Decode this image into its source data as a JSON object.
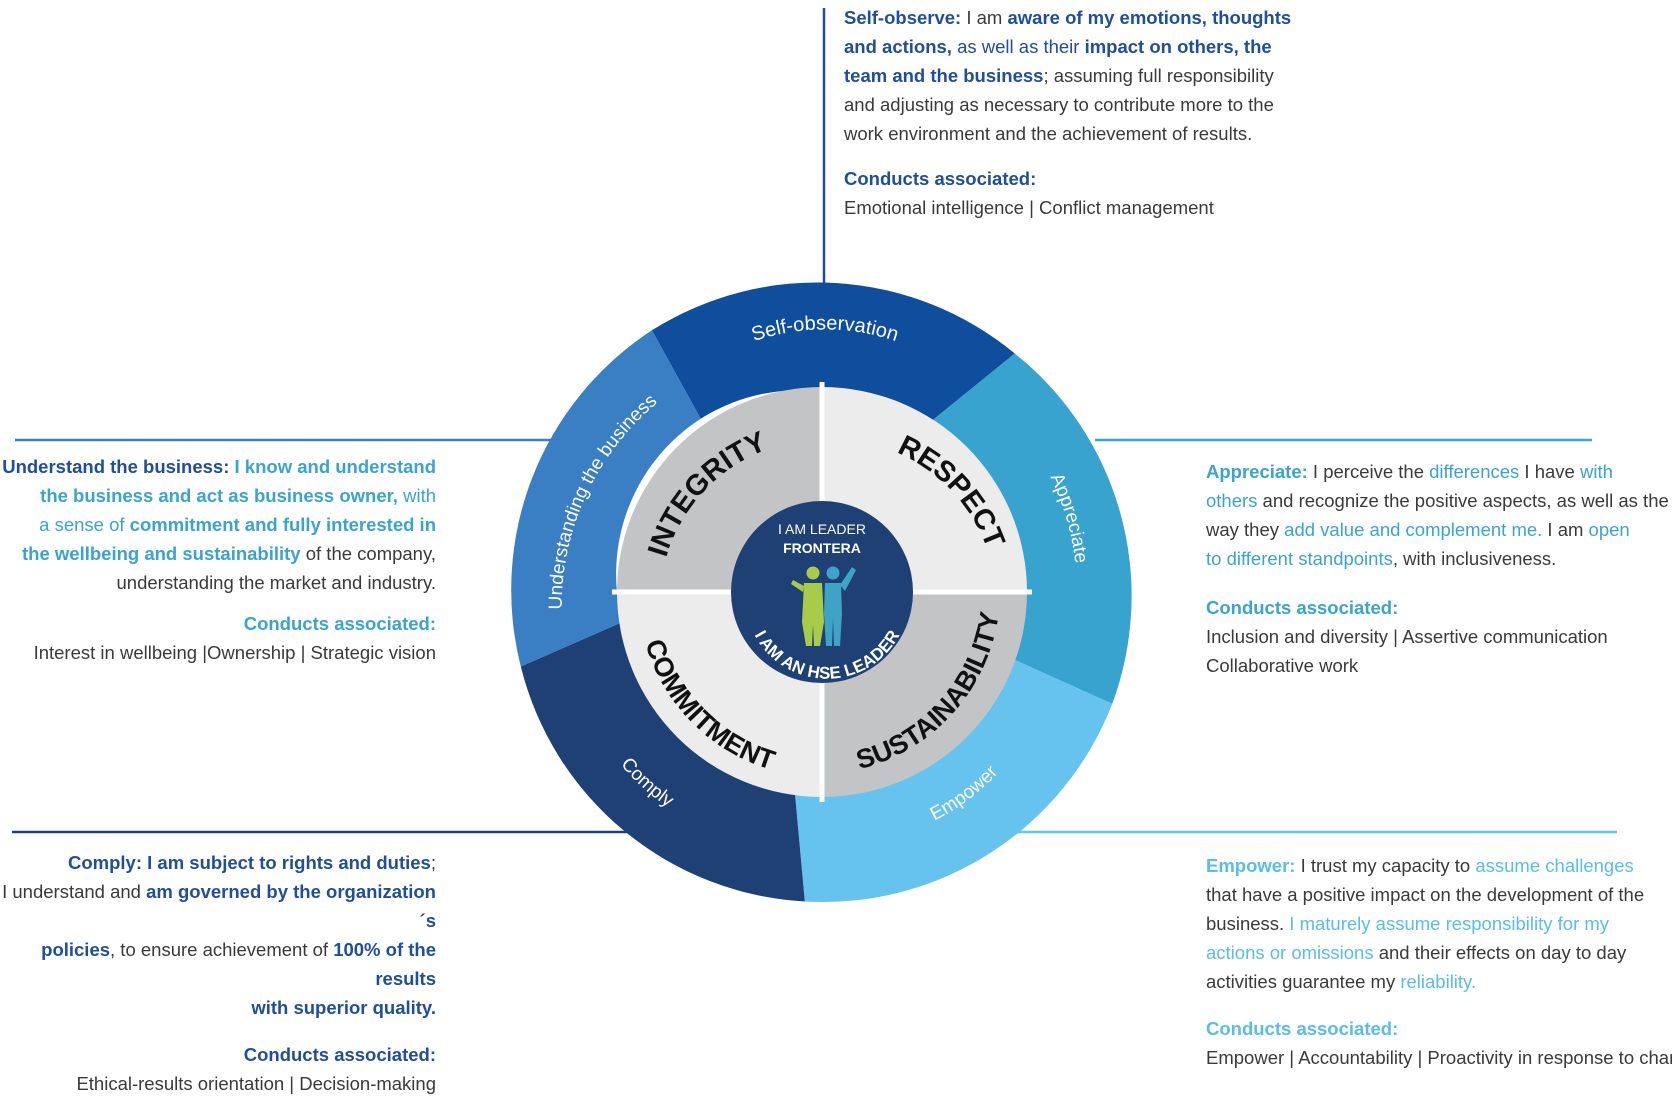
{
  "colors": {
    "self_observation": "#0f4d9d",
    "appreciate": "#39a3cf",
    "empower": "#66c3ee",
    "comply": "#1e4074",
    "understanding": "#3a7ec3",
    "quad_dark": "#c3c4c6",
    "quad_light": "#ececec",
    "center": "#1e4074",
    "text": "#3a3a3a"
  },
  "wheel": {
    "outer_segments": [
      "Self-observation",
      "Appreciate",
      "Empower",
      "Comply",
      "Understanding the business"
    ],
    "values": [
      "INTEGRITY",
      "RESPECT",
      "SUSTAINABILITY",
      "COMMITMENT"
    ],
    "center": {
      "line1": "I AM LEADER",
      "line2": "FRONTERA",
      "arc_text": "I AM AN HSE LEADER",
      "icon": "two-people-icon"
    }
  },
  "self_observe": {
    "lines": [
      [
        {
          "t": "Self-observe:",
          "s": "blue-bold"
        },
        {
          "t": " I am ",
          "s": "plain"
        },
        {
          "t": "aware of my emotions, thoughts",
          "s": "blue-bold"
        }
      ],
      [
        {
          "t": "and actions,",
          "s": "blue-bold"
        },
        {
          "t": " as well as their ",
          "s": "blue"
        },
        {
          "t": "impact on others, the",
          "s": "blue-bold"
        }
      ],
      [
        {
          "t": "team and the business",
          "s": "blue-bold"
        },
        {
          "t": "; assuming full responsibility",
          "s": "plain"
        }
      ],
      [
        {
          "t": "and adjusting as necessary to contribute more to the",
          "s": "plain"
        }
      ],
      [
        {
          "t": "work environment and the achievement of results.",
          "s": "plain"
        }
      ]
    ],
    "conducts_title": "Conducts associated:",
    "conducts": [
      "Emotional intelligence  |  Conflict management"
    ]
  },
  "understand": {
    "lines": [
      [
        {
          "t": "Understand the business:",
          "s": "blue-bold"
        },
        {
          "t": " I know and understand",
          "s": "teal-bold"
        }
      ],
      [
        {
          "t": "the business and act as business owner,",
          "s": "teal-bold"
        },
        {
          "t": " with",
          "s": "teal"
        }
      ],
      [
        {
          "t": "a sense of ",
          "s": "teal"
        },
        {
          "t": "commitment and fully interested in",
          "s": "teal-bold"
        }
      ],
      [
        {
          "t": "the wellbeing and sustainability",
          "s": "teal-bold"
        },
        {
          "t": " of the company,",
          "s": "plain"
        }
      ],
      [
        {
          "t": "understanding the market and industry.",
          "s": "plain"
        }
      ]
    ],
    "conducts_title": "Conducts associated:",
    "conducts": [
      "Interest in wellbeing  |Ownership  |  Strategic vision"
    ]
  },
  "appreciate": {
    "lines": [
      [
        {
          "t": "Appreciate:",
          "s": "teal-bold"
        },
        {
          "t": " I perceive the ",
          "s": "plain"
        },
        {
          "t": "differences",
          "s": "teal"
        },
        {
          "t": " I have ",
          "s": "plain"
        },
        {
          "t": "with",
          "s": "teal"
        }
      ],
      [
        {
          "t": "others",
          "s": "teal"
        },
        {
          "t": " and recognize the positive aspects, as well as the",
          "s": "plain"
        }
      ],
      [
        {
          "t": "way they ",
          "s": "plain"
        },
        {
          "t": "add value and complement me.",
          "s": "teal"
        },
        {
          "t": " I am ",
          "s": "plain"
        },
        {
          "t": "open",
          "s": "teal"
        }
      ],
      [
        {
          "t": "to different standpoints",
          "s": "teal"
        },
        {
          "t": ", with inclusiveness.",
          "s": "plain"
        }
      ]
    ],
    "conducts_title": "Conducts associated:",
    "conducts": [
      "Inclusion and diversity  |  Assertive communication",
      "Collaborative work"
    ]
  },
  "comply": {
    "lines": [
      [
        {
          "t": "Comply:",
          "s": "blue-bold"
        },
        {
          "t": " I am subject to rights and duties",
          "s": "blue-bold"
        },
        {
          "t": ";",
          "s": "plain"
        }
      ],
      [
        {
          "t": "I understand and ",
          "s": "plain"
        },
        {
          "t": "am governed by the organization´s",
          "s": "blue-bold"
        }
      ],
      [
        {
          "t": "policies",
          "s": "blue-bold"
        },
        {
          "t": ", to ensure achievement of ",
          "s": "plain"
        },
        {
          "t": "100% of the results",
          "s": "blue-bold"
        }
      ],
      [
        {
          "t": "with superior quality.",
          "s": "blue-bold"
        }
      ]
    ],
    "conducts_title": "Conducts associated:",
    "conducts": [
      "Ethical-results orientation  |  Decision-making"
    ]
  },
  "empower": {
    "lines": [
      [
        {
          "t": "Empower:",
          "s": "light-bold"
        },
        {
          "t": " I trust my capacity to ",
          "s": "plain"
        },
        {
          "t": "assume challenges",
          "s": "light"
        }
      ],
      [
        {
          "t": "that have a positive impact on the development of the",
          "s": "plain"
        }
      ],
      [
        {
          "t": "business. ",
          "s": "plain"
        },
        {
          "t": "I maturely assume responsibility for my",
          "s": "light"
        }
      ],
      [
        {
          "t": "actions or omissions",
          "s": "light"
        },
        {
          "t": " and their effects on day to day",
          "s": "plain"
        }
      ],
      [
        {
          "t": "activities guarantee my ",
          "s": "plain"
        },
        {
          "t": "reliability.",
          "s": "light"
        }
      ]
    ],
    "conducts_title": "Conducts associated:",
    "conducts": [
      "Empower  |  Accountability | Proactivity in response to change"
    ]
  }
}
